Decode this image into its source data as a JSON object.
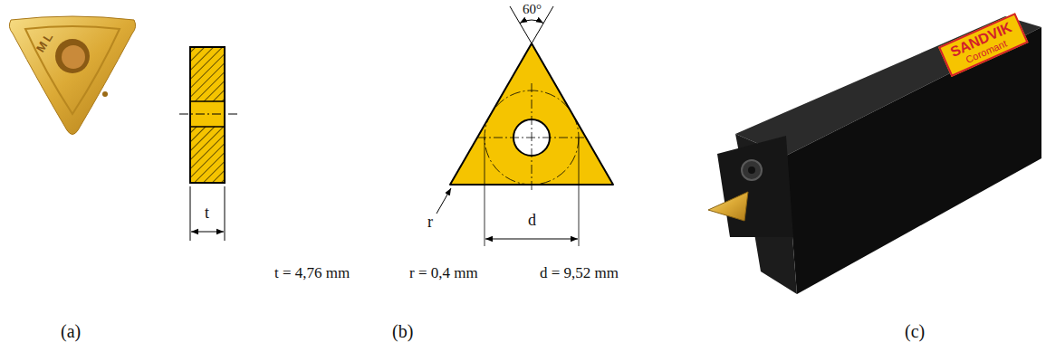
{
  "diagram": {
    "nodes": [
      {
        "text": [
          "SANDVIK",
          "Coromant"
        ]
      }
    ],
    "labels": [
      "ML",
      "60°",
      "t",
      "r",
      "d",
      "t = 4,76 mm",
      "r = 0,4 mm",
      "d = 9,52 mm",
      "(a)",
      "(b)",
      "(c)"
    ]
  }
}
